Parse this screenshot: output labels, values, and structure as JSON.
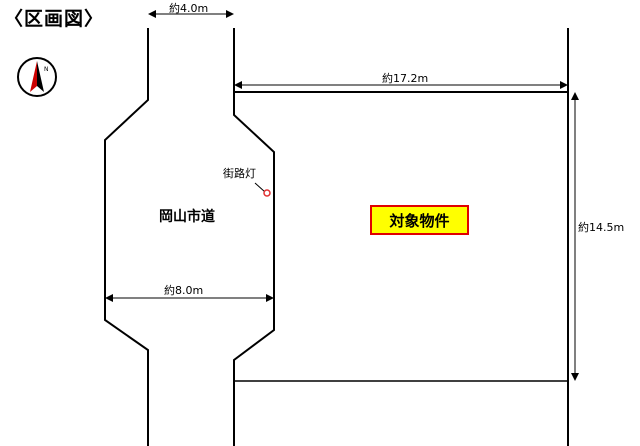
{
  "title": "〈区画図〉",
  "compass": {
    "label": "N",
    "icon": "north-arrow-icon",
    "color": "#cc0000"
  },
  "road": {
    "name": "岡山市道",
    "width_top": "約4.0m",
    "width_middle": "約8.0m",
    "streetlight_label": "街路灯",
    "streetlight_color": "#e03030"
  },
  "property": {
    "label": "対象物件",
    "frontage": "約17.2m",
    "depth": "約14.5m",
    "label_bg": "#ffff00",
    "label_border": "#e00000"
  }
}
